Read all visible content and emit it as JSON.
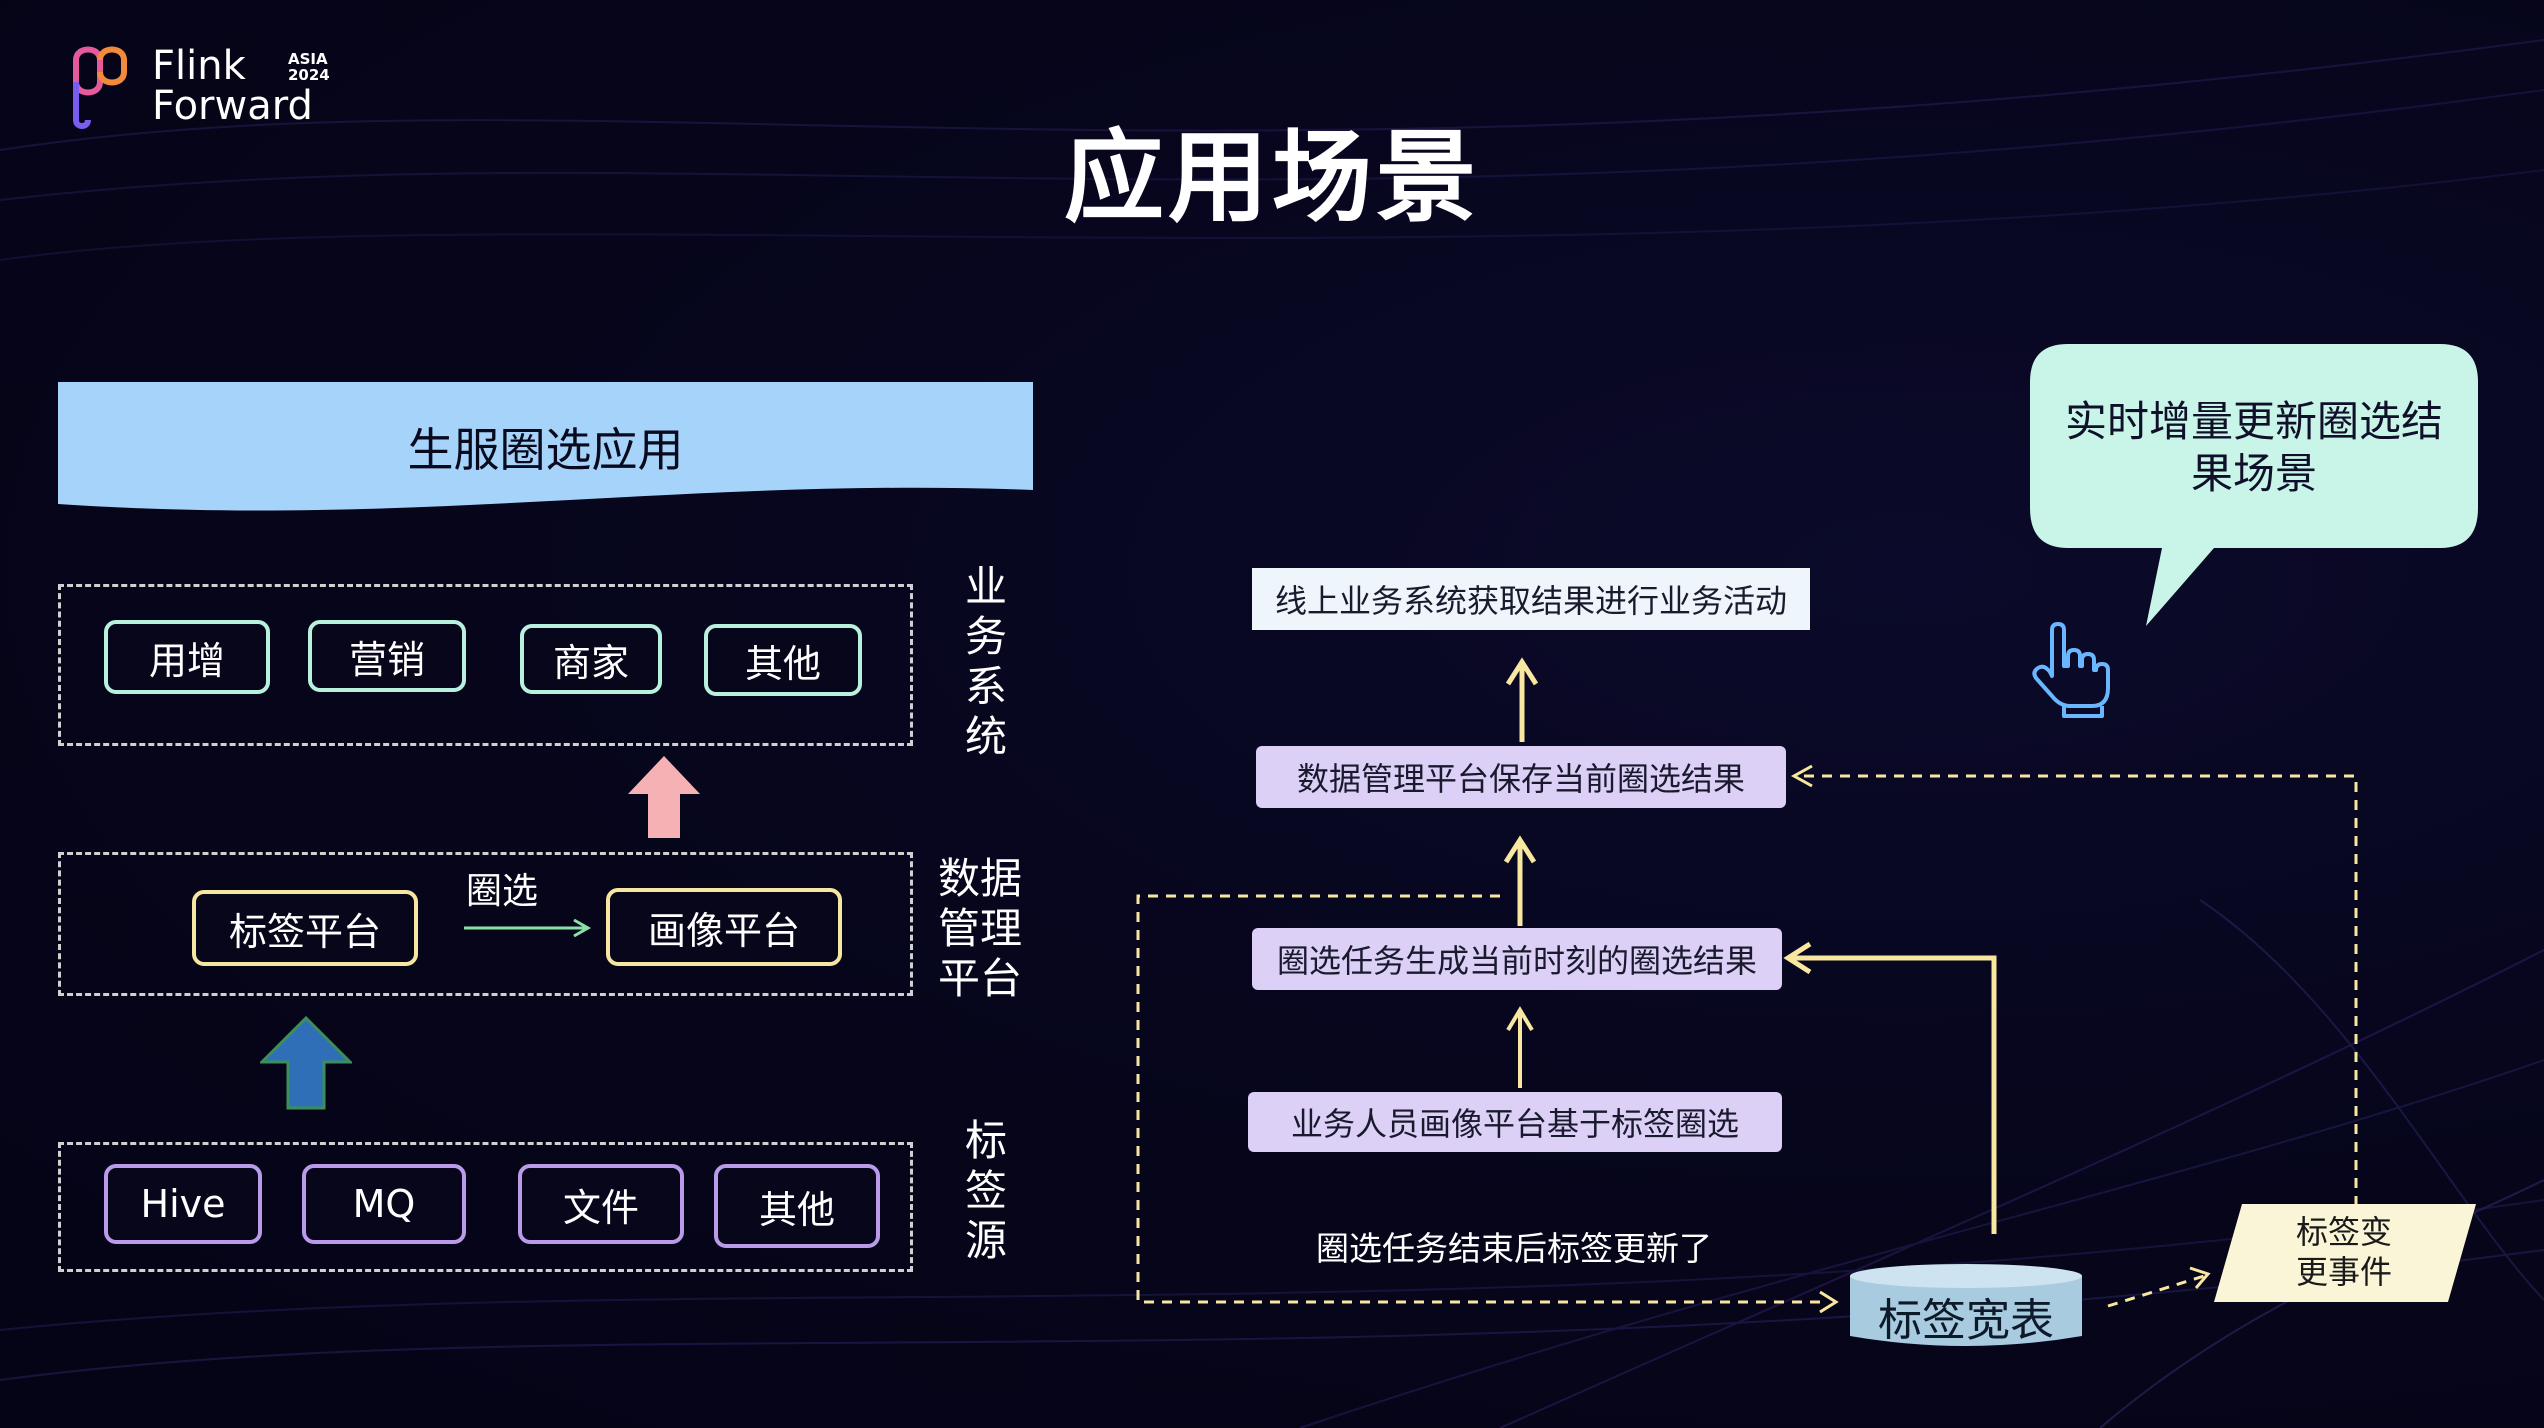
{
  "header": {
    "logo_line1": "Flink",
    "logo_line2": "Forward",
    "logo_badge_line1": "ASIA",
    "logo_badge_line2": "2024",
    "title": "应用场景"
  },
  "left_panel": {
    "banner": "生服圈选应用",
    "business_layer": {
      "label": "业务系统",
      "items": [
        "用增",
        "营销",
        "商家",
        "其他"
      ]
    },
    "platform_layer": {
      "label": "数据管理平台",
      "source": "标签平台",
      "edge_label": "圈选",
      "target": "画像平台"
    },
    "source_layer": {
      "label": "标签源",
      "items": [
        "Hive",
        "MQ",
        "文件",
        "其他"
      ]
    }
  },
  "right_panel": {
    "callout": "实时增量更新圈选结果场景",
    "steps": {
      "online": "线上业务系统获取结果进行业务活动",
      "save": "数据管理平台保存当前圈选结果",
      "generate": "圈选任务生成当前时刻的圈选结果",
      "select": "业务人员画像平台基于标签圈选"
    },
    "note": "圈选任务结束后标签更新了",
    "wide_table": "标签宽表",
    "event": "标签变更事件"
  },
  "colors": {
    "banner": "#a6d3fa",
    "mint": "#b9f1df",
    "yellow": "#f6e6a1",
    "purple": "#b99bea",
    "arrow_yellow": "#f7e7a0",
    "callout_bg": "#c9f5e8",
    "flow_purple": "#dcd0f6",
    "event_bg": "#fbf5d8",
    "db": "#a8cbe0"
  }
}
